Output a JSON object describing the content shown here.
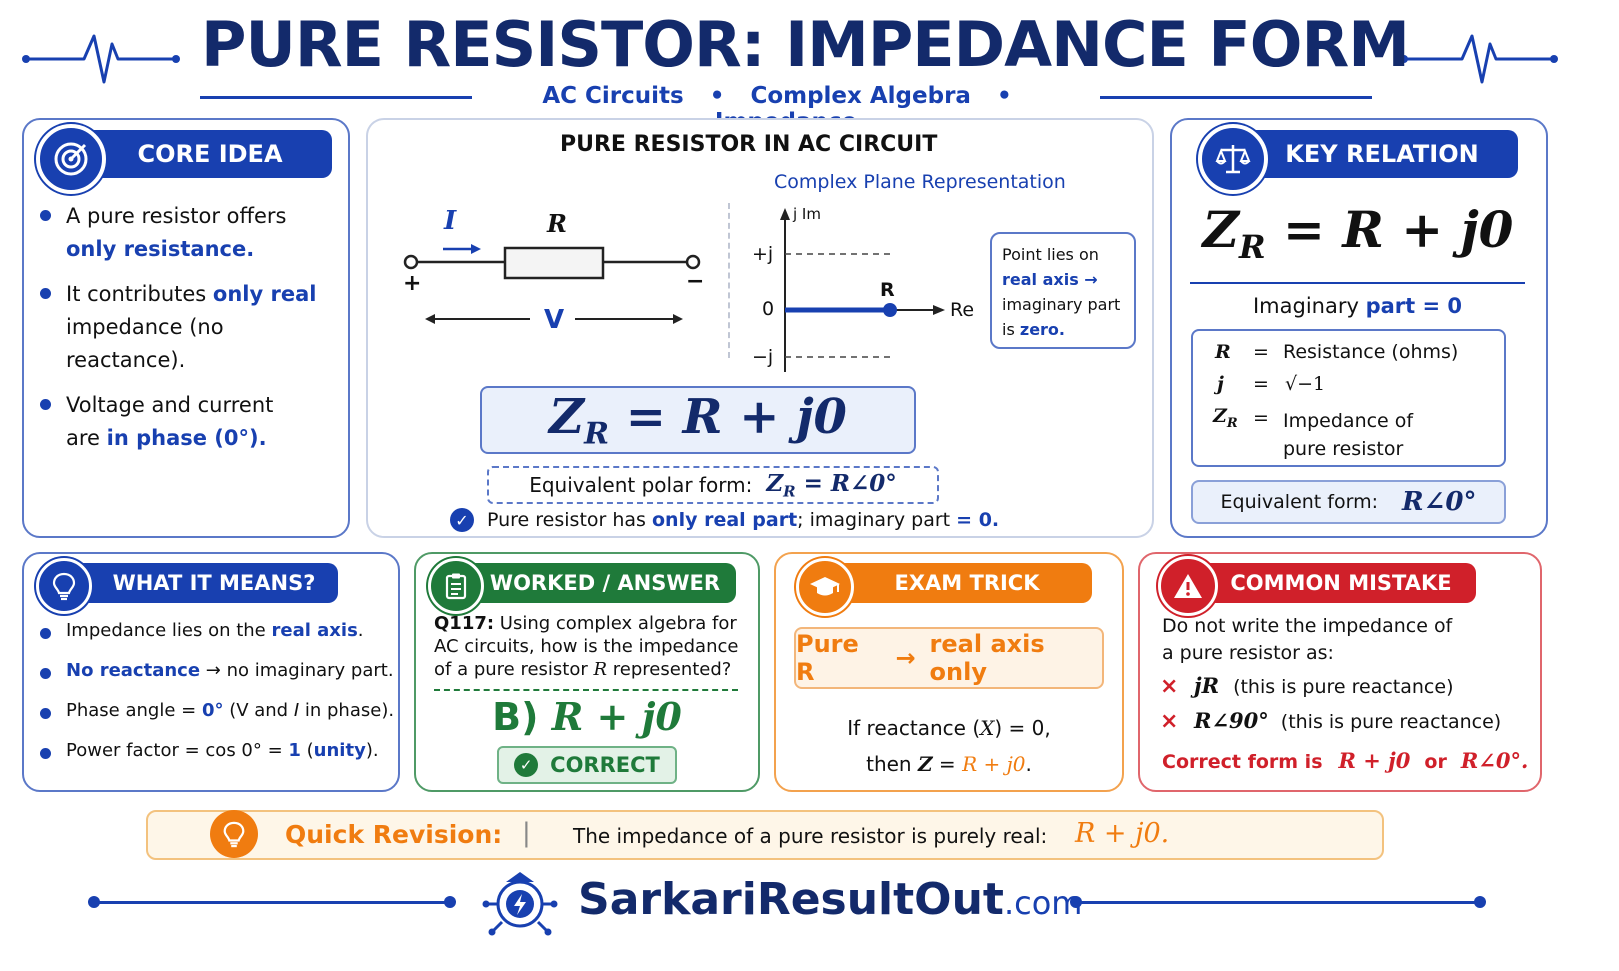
{
  "title": "PURE RESISTOR: IMPEDANCE FORM",
  "subtitle": {
    "t1": "AC Circuits",
    "t2": "Complex Algebra",
    "t3": "Impedance",
    "sep": "•"
  },
  "core": {
    "header": "CORE IDEA",
    "b1a": "A pure resistor offers",
    "b1b": "only resistance.",
    "b2a": "It contributes ",
    "b2b": "only real",
    "b2c": "impedance (no reactance).",
    "b3a": "Voltage and current",
    "b3b": "are ",
    "b3c": "in phase (0°)."
  },
  "circuit": {
    "title": "PURE RESISTOR IN AC CIRCUIT",
    "plane_title": "Complex Plane Representation",
    "I": "I",
    "R": "R",
    "plus": "+",
    "minus": "−",
    "V": "V",
    "jim": "j Im",
    "pj": "+j",
    "zero": "0",
    "mj": "−j",
    "re": "Re",
    "point_label": "R",
    "note1": "Point lies on",
    "note2": "real axis →",
    "note3": "imaginary part",
    "note4a": "is ",
    "note4b": "zero.",
    "formula_Z": "Z",
    "formula_sub": "R",
    "formula_rest": " = R + j0",
    "polar_label": "Equivalent polar form:",
    "polar_Z": "Z",
    "polar_sub": "R",
    "polar_rest": " = R∠0°",
    "check_a": "Pure resistor has ",
    "check_b": "only real part",
    "check_c": "; imaginary part ",
    "check_d": "= 0."
  },
  "key": {
    "header": "KEY RELATION",
    "Z": "Z",
    "sub": "R",
    "rest": " = R + j0",
    "imag_a": "Imaginary ",
    "imag_b": "part = 0",
    "d1s": "R",
    "d1e": "=",
    "d1v": "Resistance (ohms)",
    "d2s": "j",
    "d2e": "=",
    "d2v": "√−1",
    "d3s": "Z",
    "d3sub": "R",
    "d3e": "=",
    "d3v1": "Impedance of",
    "d3v2": "pure resistor",
    "equiv_label": "Equivalent form:",
    "equiv_val": "R∠0°"
  },
  "means": {
    "header": "WHAT IT MEANS?",
    "b1a": "Impedance lies on the ",
    "b1b": "real axis",
    "b1c": ".",
    "b2a": "No reactance",
    "b2b": " → no imaginary part.",
    "b3a": "Phase angle = ",
    "b3b": "0°",
    "b3c": " (V and ",
    "b3d": "I",
    "b3e": " in phase).",
    "b4a": "Power factor = cos 0° = ",
    "b4b": "1",
    "b4c": " (",
    "b4d": "unity",
    "b4e": ")."
  },
  "worked": {
    "header": "WORKED / ANSWER",
    "q_bold": "Q117:",
    "q1": " Using complex algebra for",
    "q2": "AC circuits, how is the impedance",
    "q3a": "of a pure resistor ",
    "q3b": "R",
    "q3c": " represented?",
    "answer_a": "B) ",
    "answer_b": "R + j0",
    "correct": "CORRECT"
  },
  "trick": {
    "header": "EXAM TRICK",
    "box_a": "Pure R",
    "box_b": "→",
    "box_c": "real axis only",
    "l1a": "If reactance (",
    "l1b": "X",
    "l1c": ") = 0,",
    "l2a": "then ",
    "l2b": "Z",
    "l2c": " = ",
    "l2d": "R + j0",
    "l2e": "."
  },
  "mistake": {
    "header": "COMMON MISTAKE",
    "l1": "Do not write the impedance of",
    "l2": "a pure resistor as:",
    "x": "×",
    "m1a": "jR",
    "m1b": "(this is pure reactance)",
    "m2a": "R∠90°",
    "m2b": "(this is pure reactance)",
    "c_a": "Correct form is",
    "c_b": "R + j0",
    "c_c": "or",
    "c_d": "R∠0°."
  },
  "revision": {
    "label": "Quick Revision:",
    "sep": "|",
    "text": "The impedance of a pure resistor is purely real:",
    "val": "R + j0."
  },
  "brand": {
    "name": "SarkariResultOut",
    "tld": ".com"
  },
  "colors": {
    "navy": "#132a6b",
    "blue": "#1840b0",
    "green": "#1f7a3a",
    "orange": "#f07c10",
    "red": "#d0202a"
  }
}
